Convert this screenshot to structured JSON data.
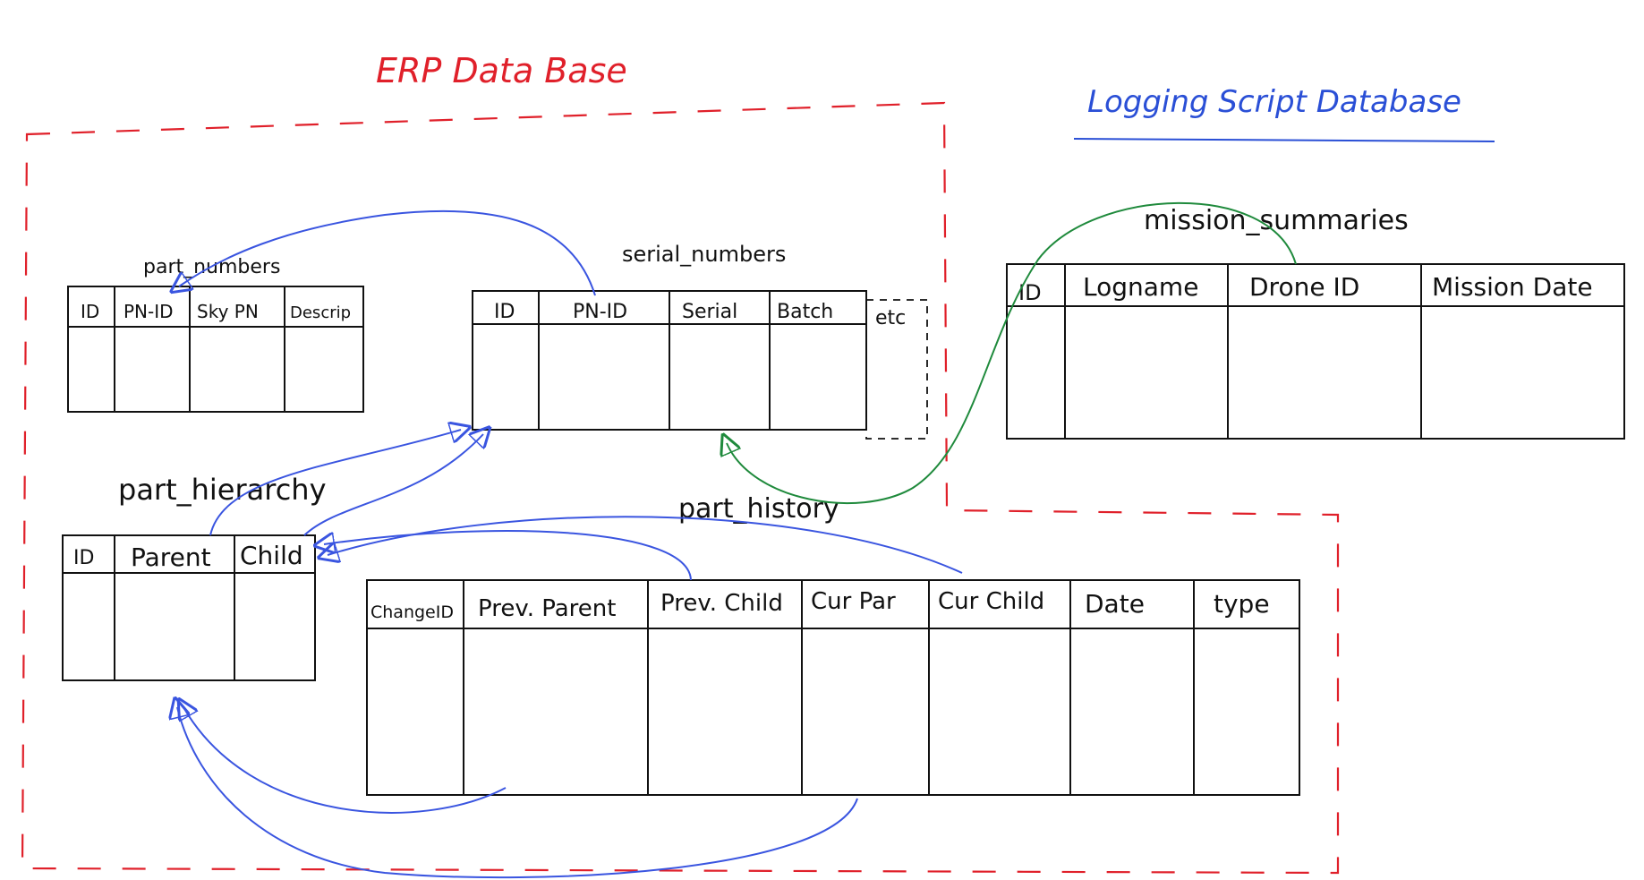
{
  "groups": {
    "erp": {
      "title": "ERP  Data Base",
      "color": "#e0202a"
    },
    "logging": {
      "title": "Logging  Script  Database",
      "color": "#2a4fd6"
    }
  },
  "tables": {
    "part_numbers": {
      "name": "part_numbers",
      "columns": [
        "ID",
        "PN-ID",
        "Sky PN",
        "Descrip"
      ]
    },
    "serial_numbers": {
      "name": "serial_numbers",
      "columns": [
        "ID",
        "PN-ID",
        "Serial",
        "Batch"
      ],
      "extra": "etc"
    },
    "part_hierarchy": {
      "name": "part_hierarchy",
      "columns": [
        "ID",
        "Parent",
        "Child"
      ]
    },
    "part_history": {
      "name": "part_history",
      "columns": [
        "ChangeID",
        "Prev. Parent",
        "Prev. Child",
        "Cur Par",
        "Cur Child",
        "Date",
        "type"
      ]
    },
    "mission_summaries": {
      "name": "mission_summaries",
      "columns": [
        "ID",
        "Logname",
        "Drone ID",
        "Mission Date"
      ]
    }
  },
  "colors": {
    "ink": "#111111",
    "blue_arrow": "#3a55e0",
    "green_arrow": "#1f8a3c"
  }
}
